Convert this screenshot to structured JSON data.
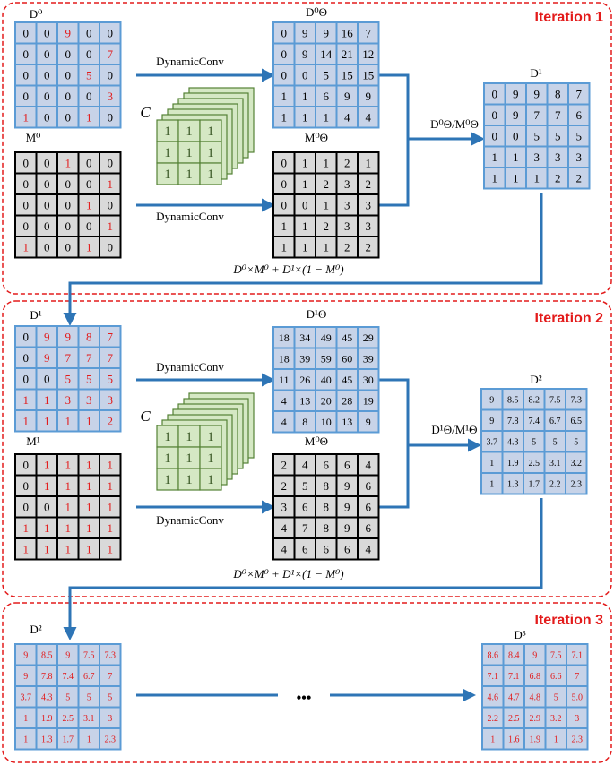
{
  "iterations": [
    {
      "title": "Iteration 1",
      "D_label": "D⁰",
      "M_label": "M⁰",
      "conv_label_top": "DynamicConv",
      "conv_label_bottom": "DynamicConv",
      "kernel_label": "C",
      "D_theta_label": "D⁰Θ",
      "M_theta_label": "M⁰Θ",
      "div_label": "D⁰Θ/M⁰Θ",
      "out_label": "D¹",
      "update_eq": "D⁰×M⁰ + D¹×(1 − M⁰)",
      "D": [
        [
          "0",
          "0",
          "9",
          "0",
          "0"
        ],
        [
          "0",
          "0",
          "0",
          "0",
          "7"
        ],
        [
          "0",
          "0",
          "0",
          "5",
          "0"
        ],
        [
          "0",
          "0",
          "0",
          "0",
          "3"
        ],
        [
          "1",
          "0",
          "0",
          "1",
          "0"
        ]
      ],
      "D_red": [
        [
          0,
          0,
          1,
          0,
          0
        ],
        [
          0,
          0,
          0,
          0,
          1
        ],
        [
          0,
          0,
          0,
          1,
          0
        ],
        [
          0,
          0,
          0,
          0,
          1
        ],
        [
          1,
          0,
          0,
          1,
          0
        ]
      ],
      "M": [
        [
          "0",
          "0",
          "1",
          "0",
          "0"
        ],
        [
          "0",
          "0",
          "0",
          "0",
          "1"
        ],
        [
          "0",
          "0",
          "0",
          "1",
          "0"
        ],
        [
          "0",
          "0",
          "0",
          "0",
          "1"
        ],
        [
          "1",
          "0",
          "0",
          "1",
          "0"
        ]
      ],
      "M_red": [
        [
          0,
          0,
          1,
          0,
          0
        ],
        [
          0,
          0,
          0,
          0,
          1
        ],
        [
          0,
          0,
          0,
          1,
          0
        ],
        [
          0,
          0,
          0,
          0,
          1
        ],
        [
          1,
          0,
          0,
          1,
          0
        ]
      ],
      "kernel": [
        [
          "1",
          "1",
          "1"
        ],
        [
          "1",
          "1",
          "1"
        ],
        [
          "1",
          "1",
          "1"
        ]
      ],
      "D_theta": [
        [
          "0",
          "9",
          "9",
          "16",
          "7"
        ],
        [
          "0",
          "9",
          "14",
          "21",
          "12"
        ],
        [
          "0",
          "0",
          "5",
          "15",
          "15"
        ],
        [
          "1",
          "1",
          "6",
          "9",
          "9"
        ],
        [
          "1",
          "1",
          "1",
          "4",
          "4"
        ]
      ],
      "M_theta": [
        [
          "0",
          "1",
          "1",
          "2",
          "1"
        ],
        [
          "0",
          "1",
          "2",
          "3",
          "2"
        ],
        [
          "0",
          "0",
          "1",
          "3",
          "3"
        ],
        [
          "1",
          "1",
          "2",
          "3",
          "3"
        ],
        [
          "1",
          "1",
          "1",
          "2",
          "2"
        ]
      ],
      "out": [
        [
          "0",
          "9",
          "9",
          "8",
          "7"
        ],
        [
          "0",
          "9",
          "7",
          "7",
          "6"
        ],
        [
          "0",
          "0",
          "5",
          "5",
          "5"
        ],
        [
          "1",
          "1",
          "3",
          "3",
          "3"
        ],
        [
          "1",
          "1",
          "1",
          "2",
          "2"
        ]
      ]
    },
    {
      "title": "Iteration 2",
      "D_label": "D¹",
      "M_label": "M¹",
      "conv_label_top": "DynamicConv",
      "conv_label_bottom": "DynamicConv",
      "kernel_label": "C",
      "D_theta_label": "D¹Θ",
      "M_theta_label": "M⁰Θ",
      "div_label": "D¹Θ/M¹Θ",
      "out_label": "D²",
      "update_eq": "D⁰×M⁰ + D¹×(1 − M⁰)",
      "D": [
        [
          "0",
          "9",
          "9",
          "8",
          "7"
        ],
        [
          "0",
          "9",
          "7",
          "7",
          "7"
        ],
        [
          "0",
          "0",
          "5",
          "5",
          "5"
        ],
        [
          "1",
          "1",
          "3",
          "3",
          "3"
        ],
        [
          "1",
          "1",
          "1",
          "1",
          "2"
        ]
      ],
      "D_red": [
        [
          0,
          1,
          1,
          1,
          1
        ],
        [
          0,
          1,
          1,
          1,
          1
        ],
        [
          0,
          0,
          1,
          1,
          1
        ],
        [
          1,
          1,
          1,
          1,
          1
        ],
        [
          1,
          1,
          1,
          1,
          1
        ]
      ],
      "M": [
        [
          "0",
          "1",
          "1",
          "1",
          "1"
        ],
        [
          "0",
          "1",
          "1",
          "1",
          "1"
        ],
        [
          "0",
          "0",
          "1",
          "1",
          "1"
        ],
        [
          "1",
          "1",
          "1",
          "1",
          "1"
        ],
        [
          "1",
          "1",
          "1",
          "1",
          "1"
        ]
      ],
      "M_red": [
        [
          0,
          1,
          1,
          1,
          1
        ],
        [
          0,
          1,
          1,
          1,
          1
        ],
        [
          0,
          0,
          1,
          1,
          1
        ],
        [
          1,
          1,
          1,
          1,
          1
        ],
        [
          1,
          1,
          1,
          1,
          1
        ]
      ],
      "kernel": [
        [
          "1",
          "1",
          "1"
        ],
        [
          "1",
          "1",
          "1"
        ],
        [
          "1",
          "1",
          "1"
        ]
      ],
      "D_theta": [
        [
          "18",
          "34",
          "49",
          "45",
          "29"
        ],
        [
          "18",
          "39",
          "59",
          "60",
          "39"
        ],
        [
          "11",
          "26",
          "40",
          "45",
          "30"
        ],
        [
          "4",
          "13",
          "20",
          "28",
          "19"
        ],
        [
          "4",
          "8",
          "10",
          "13",
          "9"
        ]
      ],
      "M_theta": [
        [
          "2",
          "4",
          "6",
          "6",
          "4"
        ],
        [
          "2",
          "5",
          "8",
          "9",
          "6"
        ],
        [
          "3",
          "6",
          "8",
          "9",
          "6"
        ],
        [
          "4",
          "7",
          "8",
          "9",
          "6"
        ],
        [
          "4",
          "6",
          "6",
          "6",
          "4"
        ]
      ],
      "out": [
        [
          "9",
          "8.5",
          "8.2",
          "7.5",
          "7.3"
        ],
        [
          "9",
          "7.8",
          "7.4",
          "6.7",
          "6.5"
        ],
        [
          "3.7",
          "4.3",
          "5",
          "5",
          "5"
        ],
        [
          "1",
          "1.9",
          "2.5",
          "3.1",
          "3.2"
        ],
        [
          "1",
          "1.3",
          "1.7",
          "2.2",
          "2.3"
        ]
      ]
    }
  ],
  "iteration3": {
    "title": "Iteration 3",
    "in_label": "D²",
    "out_label": "D³",
    "ellipsis": "•••",
    "in": [
      [
        "9",
        "8.5",
        "9",
        "7.5",
        "7.3"
      ],
      [
        "9",
        "7.8",
        "7.4",
        "6.7",
        "7"
      ],
      [
        "3.7",
        "4.3",
        "5",
        "5",
        "5"
      ],
      [
        "1",
        "1.9",
        "2.5",
        "3.1",
        "3"
      ],
      [
        "1",
        "1.3",
        "1.7",
        "1",
        "2.3"
      ]
    ],
    "out": [
      [
        "8.6",
        "8.4",
        "9",
        "7.5",
        "7.1"
      ],
      [
        "7.1",
        "7.1",
        "6.8",
        "6.6",
        "7"
      ],
      [
        "4.6",
        "4.7",
        "4.8",
        "5",
        "5.0"
      ],
      [
        "2.2",
        "2.5",
        "2.9",
        "3.2",
        "3"
      ],
      [
        "1",
        "1.6",
        "1.9",
        "1",
        "2.3"
      ]
    ]
  },
  "colors": {
    "frame_red": "#e31b1b",
    "arrow_blue": "#2e75b6",
    "cell_fill": "#c7d3e8",
    "cell_border": "#5b9bd5",
    "mask_fill": "#d9d9d9",
    "mask_border": "#000000",
    "kernel_fill": "#d5e8c4",
    "kernel_border": "#548235",
    "kernel_text": "#375623",
    "red_text": "#e31b1b"
  }
}
